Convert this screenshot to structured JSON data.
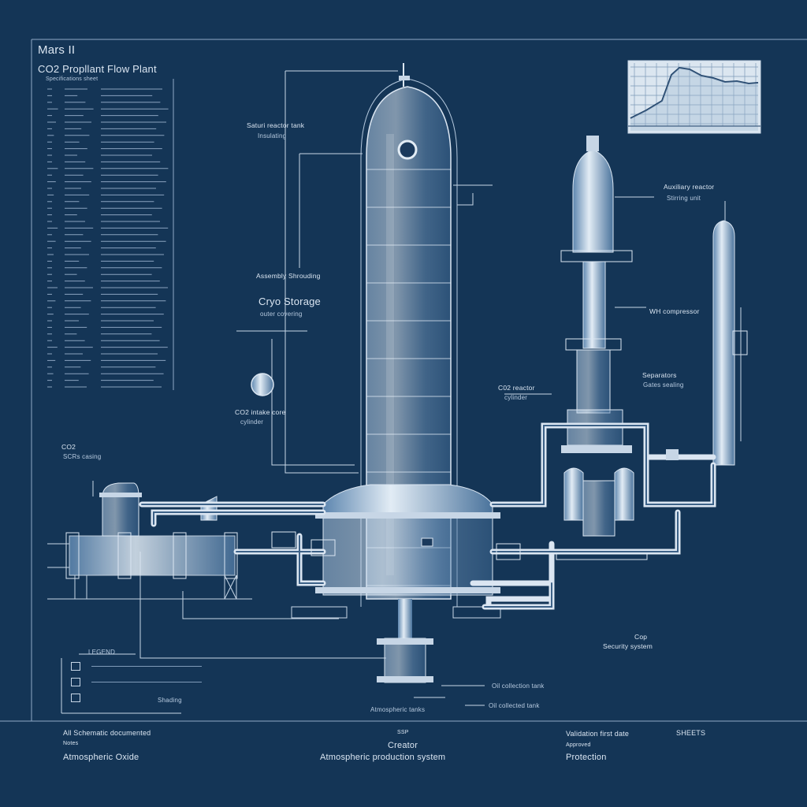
{
  "header": {
    "line1": "Mars II",
    "line2": "CO2 Propllant Flow Plant",
    "line3": "Specifications sheet"
  },
  "labels": {
    "reactor_tank": "Saturi reactor tank",
    "reactor_tank_sub": "Insulating",
    "auxiliary_reactor": "Auxiliary reactor",
    "auxiliary_reactor_sub": "Stirring unit",
    "cryo_title_small": "Assembly Shrouding",
    "cryo_title": "Cryo Storage",
    "cryo_sub": "outer covering",
    "co2_feed": "CO2 intake core",
    "co2_feed_sub": "cylinder",
    "co2_left": "CO2",
    "co2_left_sub": "SCRs casing",
    "co2_mid": "C02 reactor",
    "co2_mid_sub": "cylinder",
    "wh_compressor": "WH compressor",
    "side_label": "Separators",
    "side_label_sub": "Gates sealing",
    "cop_title": "Cop",
    "cop_sub": "Security system",
    "bottom_tank": "Oil collection tank",
    "bottom_tank2": "Oil collected tank",
    "bottom_center": "Atmospheric tanks",
    "legend_title": "LEGEND",
    "legend_item": "Shading"
  },
  "footer": {
    "left_title": "All Schematic documented",
    "left_sub": "Notes",
    "left_bold": "Atmospheric Oxide",
    "center_small": "SSP",
    "center_big": "Creator",
    "center_bold": "Atmospheric production system",
    "right_title": "Validation first date",
    "right_sub": "Approved",
    "right_bold": "Protection",
    "sheet_no": "SHEETS"
  },
  "colors": {
    "background": "#143556",
    "line": "#c7d6e6",
    "glass": "#8fb0d2",
    "text": "#dbe6f2"
  }
}
